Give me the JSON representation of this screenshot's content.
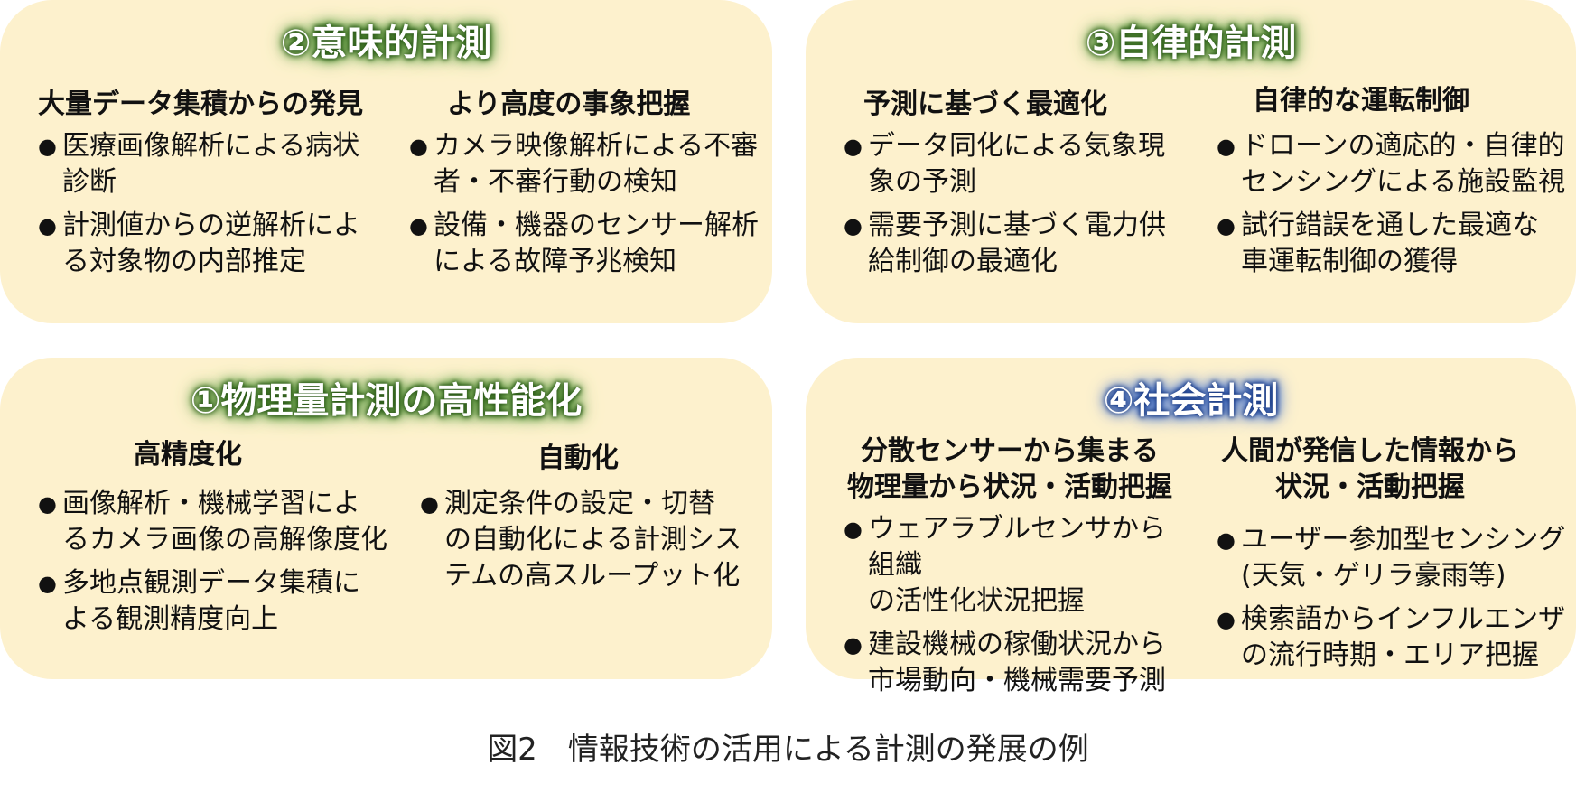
{
  "colors": {
    "panel_bg": "#fdf1cd",
    "title_glow_green": "#4e8f2e",
    "title_glow_blue": "#2b56ad",
    "text": "#111111"
  },
  "panels": {
    "semantic": {
      "title": "②意味的計測",
      "col1": {
        "heading": "大量データ集積からの発見",
        "items": [
          "医療画像解析による病状\n診断",
          "計測値からの逆解析によ\nる対象物の内部推定"
        ]
      },
      "col2": {
        "heading": "より高度の事象把握",
        "items": [
          "カメラ映像解析による不審\n者・不審行動の検知",
          "設備・機器のセンサー解析\nによる故障予兆検知"
        ]
      }
    },
    "autonomous": {
      "title": "③自律的計測",
      "col1": {
        "heading": "予測に基づく最適化",
        "items": [
          "データ同化による気象現\n象の予測",
          "需要予測に基づく電力供\n給制御の最適化"
        ]
      },
      "col2": {
        "heading": "自律的な運転制御",
        "items": [
          "ドローンの適応的・自律的\nセンシングによる施設監視",
          "試行錯誤を通した最適な\n車運転制御の獲得"
        ]
      }
    },
    "physical": {
      "title": "①物理量計測の高性能化",
      "col1": {
        "heading": "高精度化",
        "items": [
          "画像解析・機械学習によ\nるカメラ画像の高解像度化",
          "多地点観測データ集積に\nよる観測精度向上"
        ]
      },
      "col2": {
        "heading": "自動化",
        "items": [
          "測定条件の設定・切替\nの自動化による計測シス\nテムの高スループット化"
        ]
      }
    },
    "social": {
      "title": "④社会計測",
      "col1": {
        "heading_line1": "分散センサーから集まる",
        "heading_line2": "物理量から状況・活動把握",
        "items": [
          "ウェアラブルセンサから組織\nの活性化状況把握",
          "建設機械の稼働状況から\n市場動向・機械需要予測"
        ]
      },
      "col2": {
        "heading_line1": "人間が発信した情報から",
        "heading_line2": "状況・活動把握",
        "items": [
          "ユーザー参加型センシング\n(天気・ゲリラ豪雨等)",
          "検索語からインフルエンザ\nの流行時期・エリア把握"
        ]
      }
    }
  },
  "bullet_glyph": "●",
  "caption": "図2　情報技術の活用による計測の発展の例"
}
